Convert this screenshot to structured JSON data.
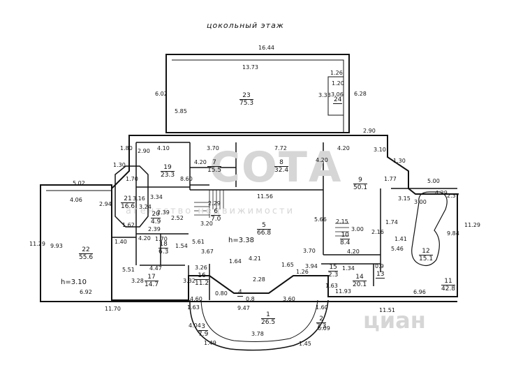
{
  "title": "цокольный этаж",
  "watermark": {
    "logo": "СОТА",
    "slogan": "агентство недвижимости",
    "brand": "циан"
  },
  "rooms": [
    {
      "id": "r23",
      "num": "23",
      "area": "75.3"
    },
    {
      "id": "r24",
      "num": "24",
      "area": ""
    },
    {
      "id": "r19",
      "num": "19",
      "area": "23.3"
    },
    {
      "id": "r7",
      "num": "7",
      "area": "15.5"
    },
    {
      "id": "r8",
      "num": "8",
      "area": "32.4"
    },
    {
      "id": "r9",
      "num": "9",
      "area": "50.1"
    },
    {
      "id": "r21",
      "num": "21",
      "area": "16.6"
    },
    {
      "id": "r20",
      "num": "20",
      "area": "4.9"
    },
    {
      "id": "r6",
      "num": "6",
      "area": "7.0"
    },
    {
      "id": "r5",
      "num": "5",
      "area": "66.8"
    },
    {
      "id": "r10",
      "num": "10",
      "area": "8.4"
    },
    {
      "id": "r22",
      "num": "22",
      "area": "55.6"
    },
    {
      "id": "r18",
      "num": "18",
      "area": "6.3"
    },
    {
      "id": "r17",
      "num": "17",
      "area": "14.7"
    },
    {
      "id": "r16",
      "num": "16",
      "area": "11.2"
    },
    {
      "id": "r4",
      "num": "4",
      "area": ""
    },
    {
      "id": "r15",
      "num": "15",
      "area": "2.3"
    },
    {
      "id": "r14",
      "num": "14",
      "area": "20.1"
    },
    {
      "id": "r13",
      "num": "13",
      "area": ""
    },
    {
      "id": "r12",
      "num": "12",
      "area": "15.1"
    },
    {
      "id": "r11",
      "num": "11",
      "area": "42.8"
    },
    {
      "id": "r1",
      "num": "1",
      "area": "26.5"
    },
    {
      "id": "r2",
      "num": "2",
      "area": "7.3"
    },
    {
      "id": "r3",
      "num": "3",
      "area": "7.9"
    }
  ],
  "heights": [
    "h=3.38",
    "h=3.10"
  ],
  "dimensions": [
    "16.44",
    "13.73",
    "6.02",
    "5.85",
    "1.26",
    "1.20",
    "3.06",
    "3.33",
    "6.28",
    "2.90",
    "1.80",
    "2.90",
    "4.10",
    "3.70",
    "7.72",
    "4.20",
    "3.10",
    "1.30",
    "4.20",
    "8.60",
    "4.20",
    "1.70",
    "1.30",
    "1.77",
    "5.00",
    "3.15",
    "3.00",
    "4.29",
    "5.02",
    "4.06",
    "2.94",
    "3.16",
    "3.24",
    "1.62",
    "3.34",
    "2.39",
    "2.52",
    "2.39",
    "11.56",
    "2.29",
    "3.20",
    "5.66",
    "2.15",
    "3.00",
    "2.16",
    "1.74",
    "1.41",
    "9.84",
    "11.29",
    "11.29",
    "9.93",
    "1.40",
    "4.20",
    "1.70",
    "1.54",
    "5.61",
    "3.67",
    "4.21",
    "3.70",
    "4.20",
    "5.46",
    "1.64",
    "1.65",
    "3.26",
    "3.94",
    "1.26",
    "4.47",
    "5.51",
    "3.28",
    "3.32",
    "2.28",
    "1.63",
    "1.34",
    "0.9",
    "6.92",
    "11.70",
    "4.60",
    "0.80",
    "0.8",
    "9.47",
    "3.60",
    "1.60",
    "11.93",
    "11.51",
    "6.96",
    "1.63",
    "4.04",
    "3.78",
    "6.09",
    "1.49",
    "1.45",
    "2.37"
  ]
}
